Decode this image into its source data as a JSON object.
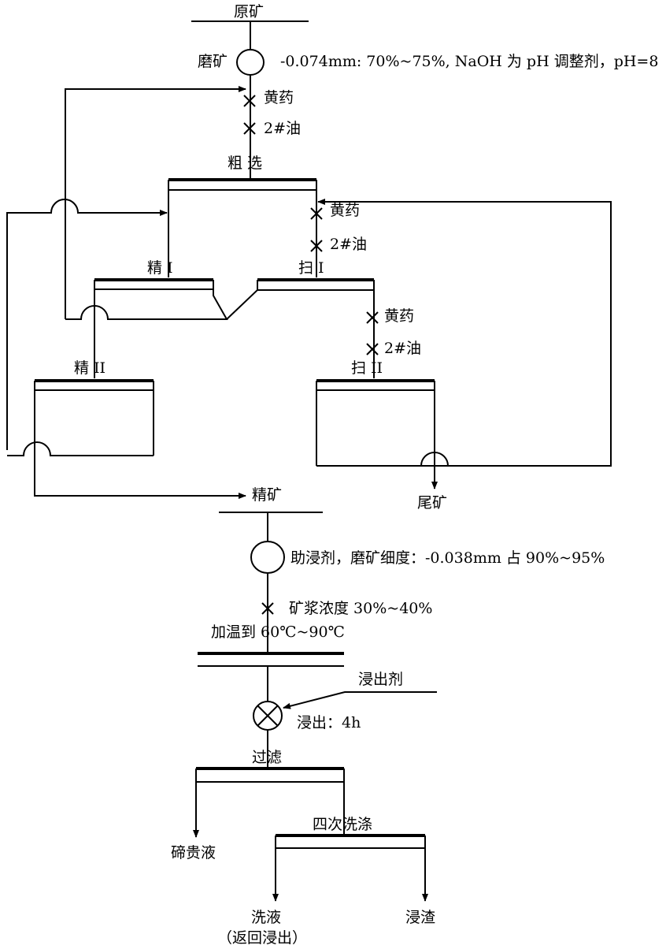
{
  "labels": {
    "raw_ore": "原矿",
    "grinding": "磨矿",
    "grind_condition": "-0.074mm: 70%~75%, NaOH 为 pH 调整剂，pH=8",
    "xanthate_1": "黄药",
    "oil_1": "2#油",
    "rougher": "粗  选",
    "xanthate_2": "黄药",
    "oil_2": "2#油",
    "cleaner_1": "精  I",
    "scavenger_1": "扫  I",
    "xanthate_3": "黄药",
    "oil_3": "2#油",
    "cleaner_2": "精  II",
    "scavenger_2": "扫  II",
    "concentrate": "精矿",
    "tailings": "尾矿",
    "leach_aid": "助浸剂，磨矿细度：-0.038mm 占 90%~95%",
    "pulp_density": "矿浆浓度 30%~40%",
    "heating": "加温到 60℃~90℃",
    "leaching_agent": "浸出剂",
    "leaching": "浸出：4h",
    "filtration": "过滤",
    "four_washes": "四次洗涤",
    "tellurium_liquor": "碲贵液",
    "wash_liquor": "洗液",
    "return_leach": "（返回浸出）",
    "leach_residue": "浸渣"
  },
  "colors": {
    "line": "#000000",
    "background": "#ffffff"
  }
}
